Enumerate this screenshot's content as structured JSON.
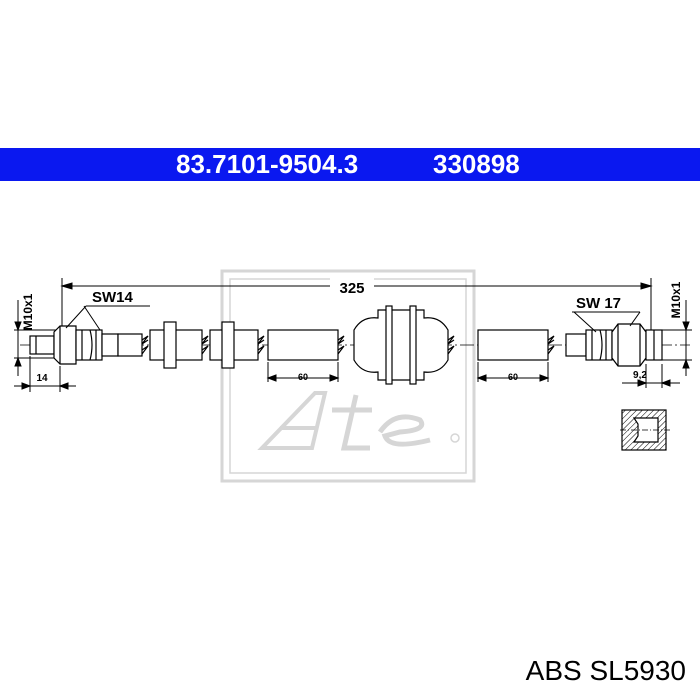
{
  "header": {
    "part_number": "83.7101-9504.3",
    "code": "330898",
    "background_color": "#0a18f0",
    "text_color": "#ffffff"
  },
  "drawing": {
    "overall_length": "325",
    "left_wrench": "SW14",
    "right_wrench": "SW 17",
    "left_thread": "M10x1",
    "right_thread": "M10x1",
    "left_fitting_length": "14",
    "right_fitting_depth": "9,2",
    "sleeve_length_left": "60",
    "sleeve_length_right": "60",
    "watermark_icon": "ate-logo-icon"
  },
  "caption": {
    "brand": "ABS",
    "model": "SL5930"
  }
}
